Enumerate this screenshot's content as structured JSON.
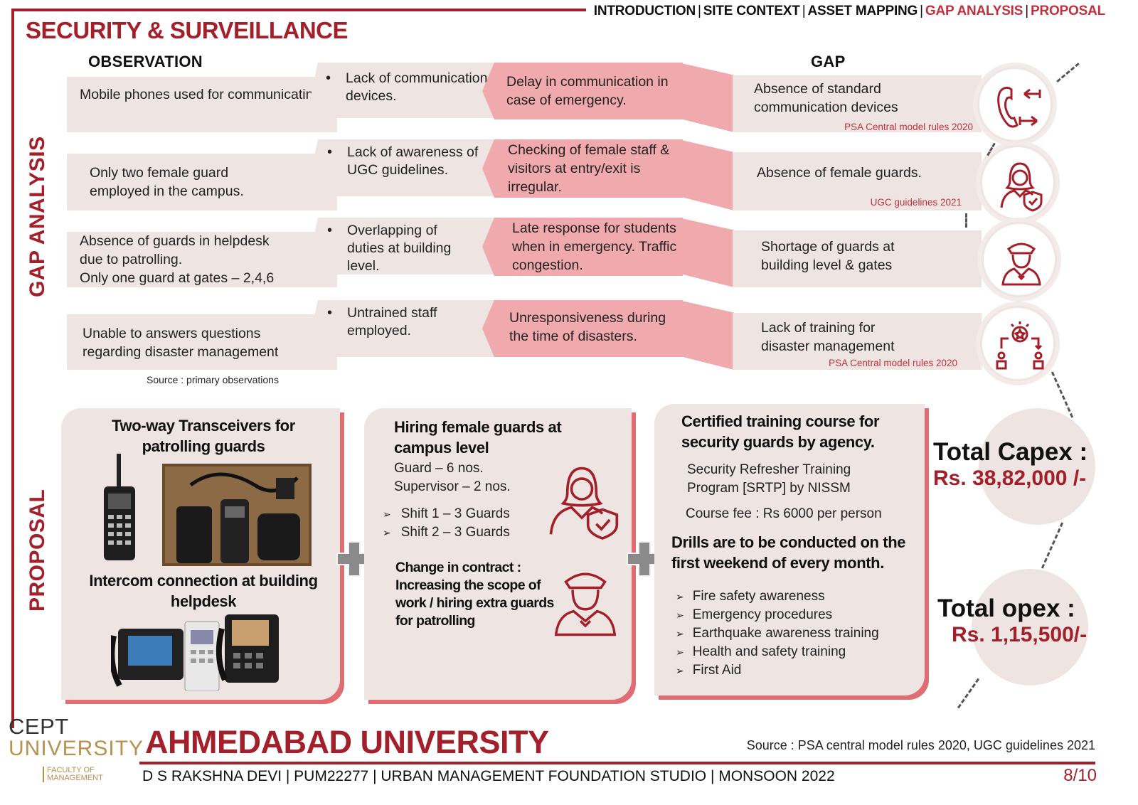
{
  "nav": [
    "INTRODUCTION",
    "SITE CONTEXT",
    "ASSET MAPPING",
    "GAP ANALYSIS",
    "PROPOSAL"
  ],
  "nav_highlight_colors": {
    "normal": "#111111",
    "active": "#c0323d"
  },
  "title": "SECURITY & SURVEILLANCE",
  "sections": {
    "gap": "GAP ANALYSIS",
    "proposal": "PROPOSAL"
  },
  "headers": {
    "observation": "OBSERVATION",
    "gap": "GAP"
  },
  "rows": [
    {
      "obs": "Mobile phones used for communicating.",
      "issue": "Lack of communication devices.",
      "impact": "Delay in communication in case of emergency.",
      "gap": "Absence of standard communication devices",
      "ref": "PSA Central model rules 2020",
      "icon": "phone-exchange-icon"
    },
    {
      "obs": "Only two female guard employed in the campus.",
      "issue": "Lack of awareness of UGC guidelines.",
      "impact": "Checking of female staff & visitors at entry/exit is irregular.",
      "gap": "Absence of female guards.",
      "ref": "UGC guidelines 2021",
      "icon": "female-guard-icon"
    },
    {
      "obs": "Absence of guards in helpdesk due to patrolling.",
      "obs2": "Only one guard at gates – 2,4,6",
      "issue": "Overlapping of duties at building level.",
      "impact": "Late response for students when in emergency. Traffic congestion.",
      "gap": "Shortage of guards at building level & gates",
      "ref": "",
      "icon": "security-guard-icon"
    },
    {
      "obs": "Unable to answers questions regarding disaster management",
      "issue": "Untrained staff employed.",
      "impact": "Unresponsiveness during the time of disasters.",
      "gap": "Lack of training for disaster management",
      "ref": "PSA Central model rules 2020",
      "icon": "training-icon"
    }
  ],
  "source_primary": "Source : primary observations",
  "proposal": {
    "card1": {
      "title": "Two-way Transceivers for patrolling guards",
      "title2": "Intercom connection at building helpdesk"
    },
    "card2": {
      "title": "Hiring female guards  at campus level",
      "lines": [
        "Guard – 6 nos.",
        "Supervisor – 2 nos."
      ],
      "shifts": [
        "Shift 1 – 3 Guards",
        "Shift 2 – 3 Guards"
      ],
      "contract": "Change in contract : Increasing the scope of work / hiring extra guards for patrolling"
    },
    "card3": {
      "title": "Certified training course for security guards by agency.",
      "program": "Security Refresher Training Program [SRTP]  by NISSM",
      "fee": "Course fee : Rs 6000 per person",
      "drills": "Drills are to be conducted on the first weekend of every month.",
      "items": [
        "Fire safety awareness",
        "Emergency procedures",
        "Earthquake awareness training",
        "Health and safety training",
        "First Aid"
      ]
    }
  },
  "totals": {
    "capex_label": "Total Capex :",
    "capex_value": "Rs. 38,82,000 /-",
    "opex_label": "Total opex :",
    "opex_value": "Rs. 1,15,500/-"
  },
  "footer": {
    "cept": "CEPT",
    "cept2": "UNIVERSITY",
    "faculty": "FACULTY OF MANAGEMENT",
    "university": "AHMEDABAD UNIVERSITY",
    "credits": "D S RAKSHNA DEVI | PUM22277 | URBAN MANAGEMENT FOUNDATION STUDIO | MONSOON 2022",
    "source": "Source : PSA central model rules 2020, UGC guidelines 2021",
    "page": "8/10"
  },
  "colors": {
    "accent": "#a3202b",
    "pink": "#f0a9ac",
    "beige": "#eee4e1"
  }
}
